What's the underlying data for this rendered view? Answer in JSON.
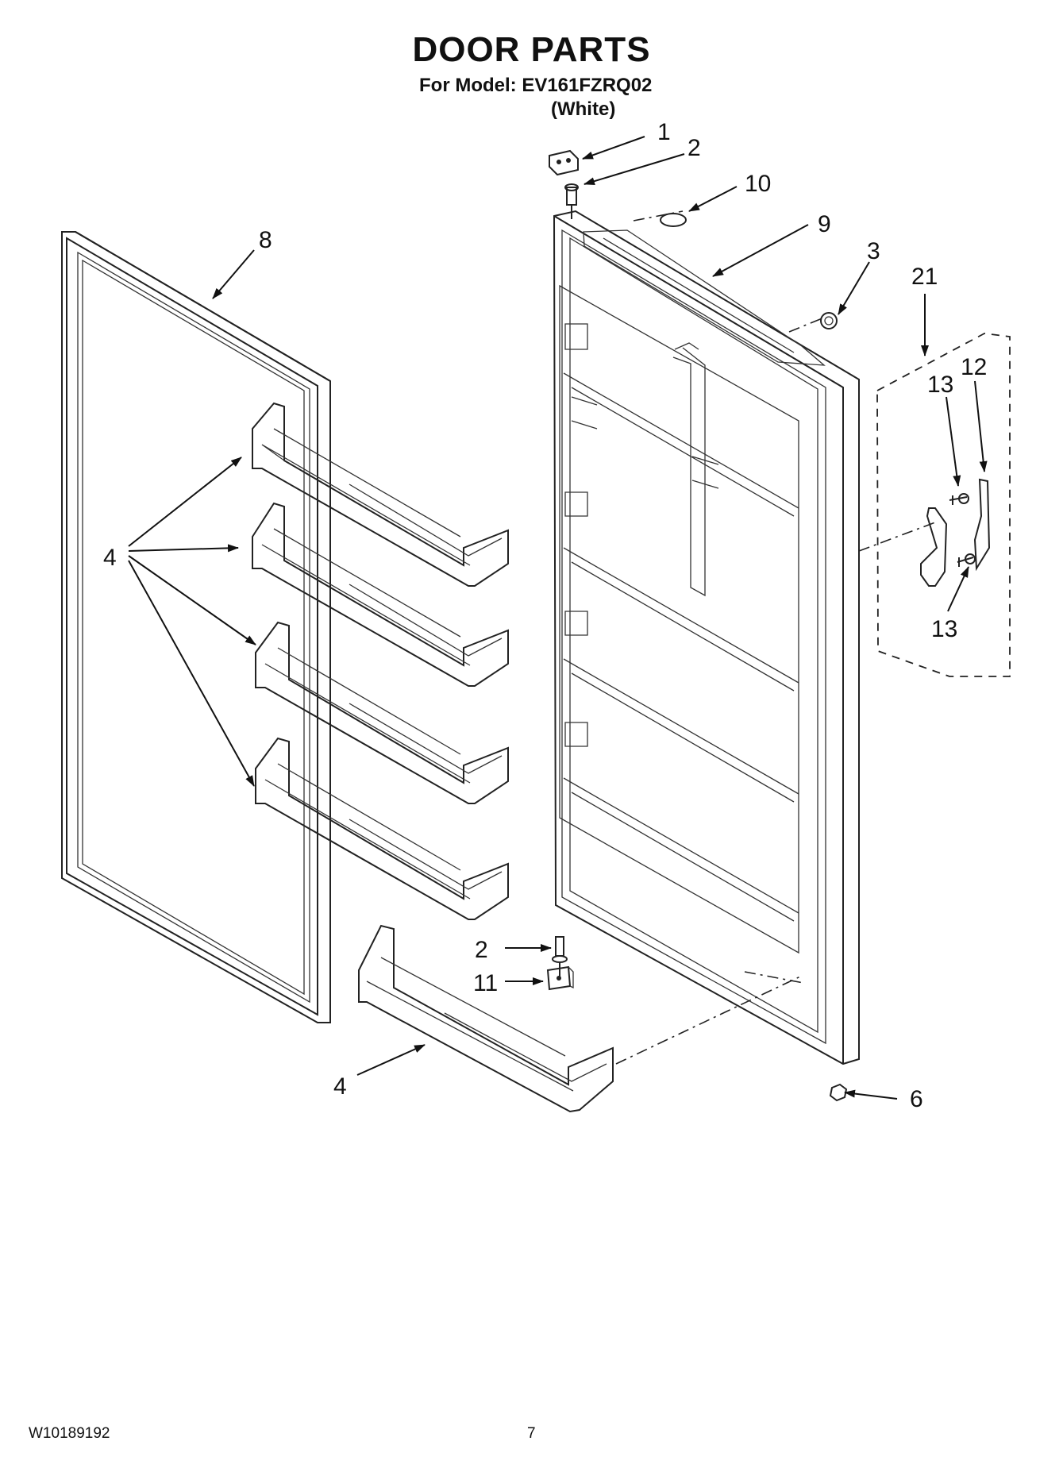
{
  "header": {
    "title": "DOOR PARTS",
    "model_line": "For Model: EV161FZRQ02",
    "color_line": "(White)"
  },
  "callouts": {
    "c1": "1",
    "c2_top": "2",
    "c10": "10",
    "c9": "9",
    "c3": "3",
    "c21": "21",
    "c13_top": "13",
    "c12": "12",
    "c13_bottom": "13",
    "c8": "8",
    "c4_left": "4",
    "c2_bottom": "2",
    "c11": "11",
    "c4_bottom": "4",
    "c6": "6"
  },
  "footer": {
    "doc_number": "W10189192",
    "page_number": "7"
  }
}
